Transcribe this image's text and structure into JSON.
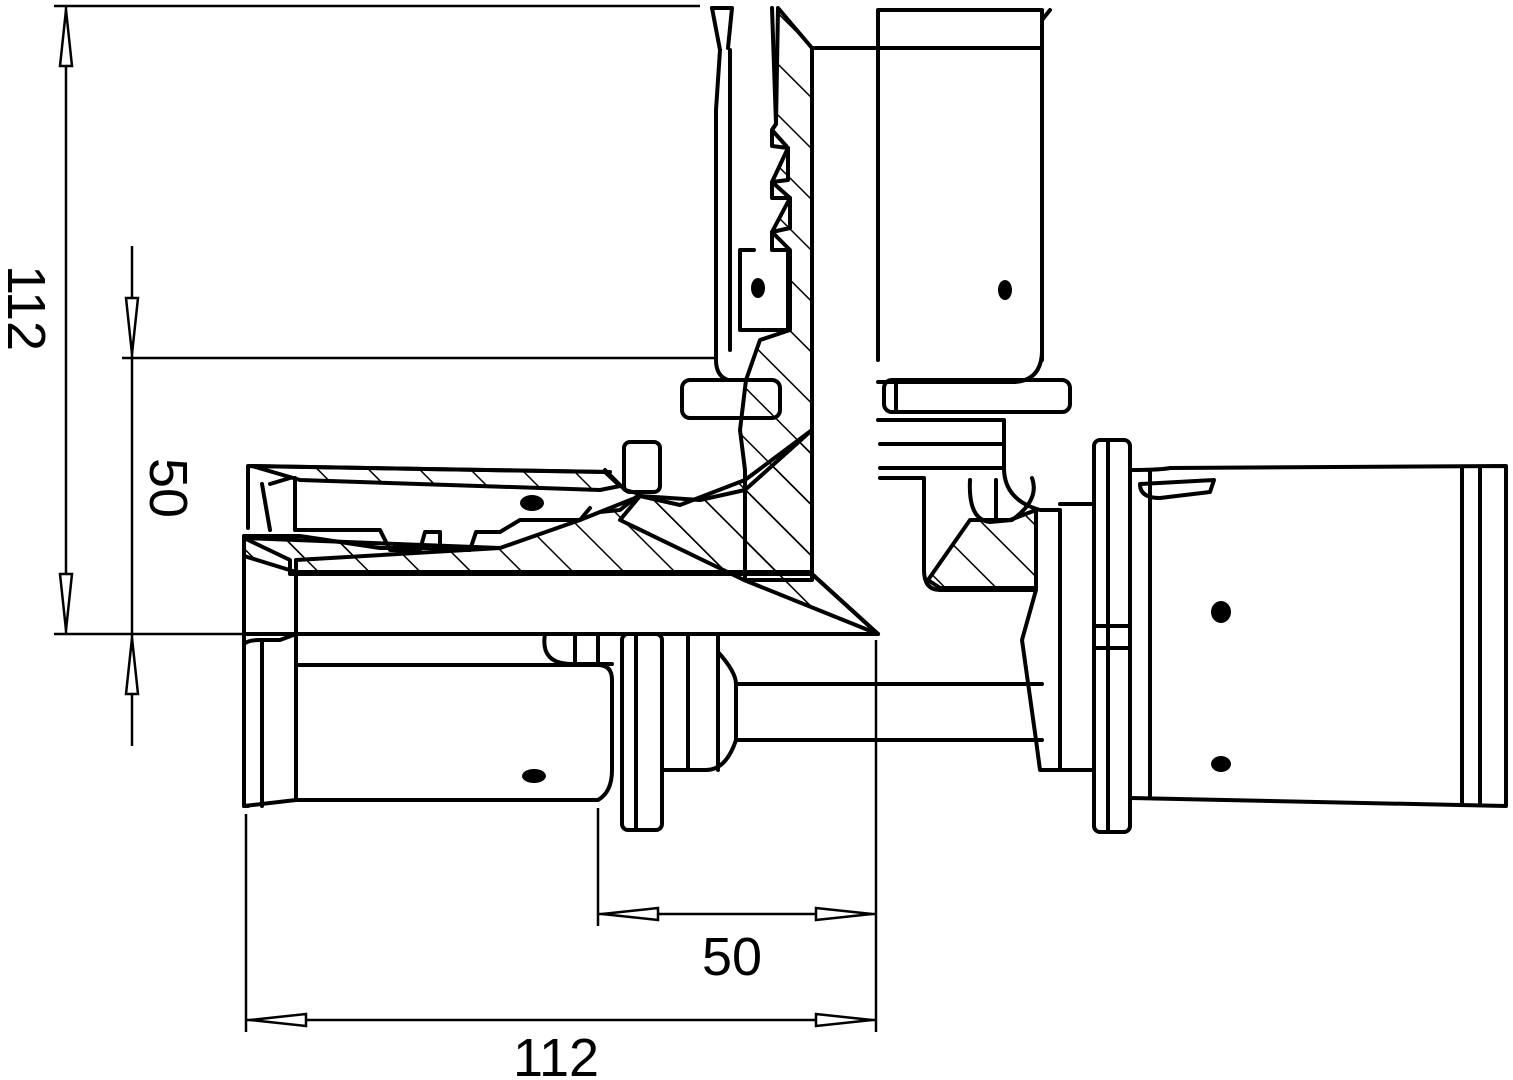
{
  "dimensions": {
    "vertical_total": "112",
    "vertical_branch": "50",
    "horizontal_branch": "50",
    "horizontal_total": "112"
  }
}
